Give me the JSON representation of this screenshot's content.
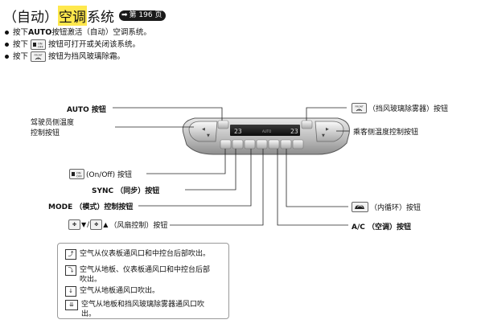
{
  "header": {
    "title_prefix": "（自动）",
    "title_highlight": "空调",
    "title_suffix": "系统",
    "page_ref": "第 196 页"
  },
  "bullets": [
    {
      "before": "按下 ",
      "key": "AUTO",
      "after": " 按钮激活（自动）空调系统。"
    },
    {
      "before": "按下 ",
      "icon_text": "ON/OFF",
      "after": " 按钮可打开或关闭该系统。"
    },
    {
      "before": "按下 ",
      "icon_text": "FRONT",
      "after": " 按钮为挡风玻璃除霜。"
    }
  ],
  "panel": {
    "display_left": "23",
    "display_right": "23",
    "display_middle": "AUTO"
  },
  "callouts": {
    "auto": "AUTO 按钮",
    "driver_temp": "驾驶员侧温度\n控制按钮",
    "onoff": "(On/Off) 按钮",
    "sync": "SYNC （同步）按钮",
    "mode": "MODE （模式）控制按钮",
    "fan": "（风扇控制）按钮",
    "defrost": "（挡风玻璃除雾器）按钮",
    "passenger_temp": "乘客侧温度控制按钮",
    "recirc": "（内循环）按钮",
    "ac": "A/C （空调）按钮"
  },
  "legend": [
    "空气从仪表板通风口和中控台后部吹出。",
    "空气从地板、仪表板通风口和中控台后部吹出。",
    "空气从地板通风口吹出。",
    "空气从地板和挡风玻璃除雾器通风口吹出。"
  ],
  "icons": {
    "onoff": "power-toggle-icon",
    "defrost": "front-defrost-icon",
    "fan": "fan-icon",
    "recirc": "recirculation-car-icon"
  }
}
